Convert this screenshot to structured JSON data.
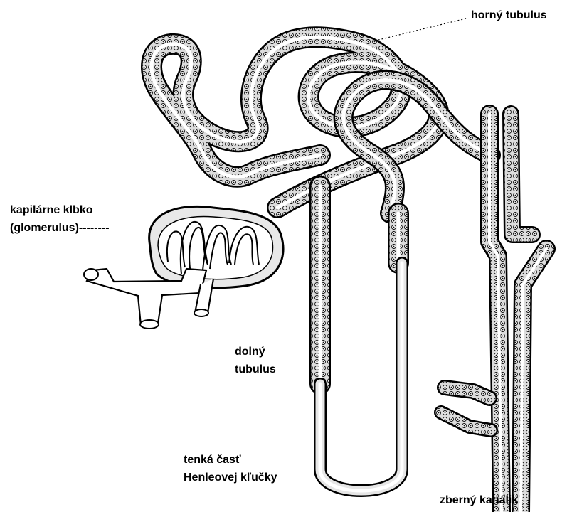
{
  "labels": {
    "horny_tubulus": "horný tubulus",
    "glomerulus_line1": "kapilárne klbko",
    "glomerulus_line2": "(glomerulus)--------",
    "dolny_line1": "dolný",
    "dolny_line2": "tubulus",
    "henle_line1": "tenká časť",
    "henle_line2": "Henleovej kľučky",
    "zberny": "zberný kanálik"
  },
  "colors": {
    "ink": "#000000",
    "tube_fill": "#d9d9d9",
    "background": "#ffffff"
  }
}
